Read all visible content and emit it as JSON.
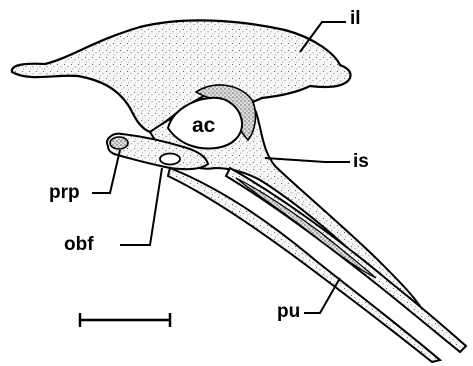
{
  "labels": {
    "il": "il",
    "ac": "ac",
    "is": "is",
    "prp": "prp",
    "obf": "obf",
    "pu": "pu"
  },
  "colors": {
    "ink": "#000000",
    "bone": "#f4f4f4",
    "paper": "#ffffff"
  }
}
